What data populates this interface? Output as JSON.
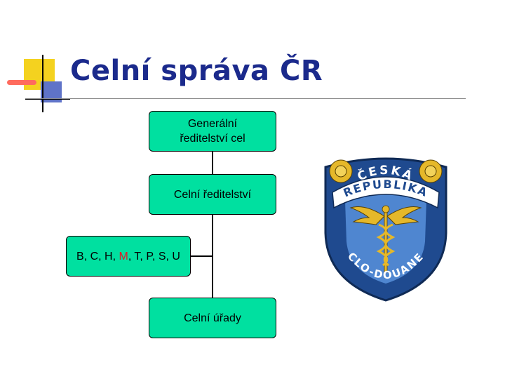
{
  "slide": {
    "title": "Celní správa ČR"
  },
  "org_chart": {
    "top_box": {
      "line1": "Generální",
      "line2": "ředitelství cel"
    },
    "middle_box": {
      "label": "Celní ředitelství"
    },
    "side_box": {
      "prefix": "B, C, H, ",
      "highlight": "M",
      "suffix": ", T, P, S, U"
    },
    "bottom_box": {
      "label": "Celní úřady"
    }
  },
  "emblem": {
    "top_text": "ČESKÁ",
    "middle_text": "REPUBLIKA",
    "bottom_text": "CLO-DOUANE"
  },
  "colors": {
    "title": "#1b2a8c",
    "box_fill": "#00e0a0",
    "highlight": "#e0182a",
    "emblem_blue": "#2e5fa8",
    "emblem_gold": "#e5b82a"
  }
}
